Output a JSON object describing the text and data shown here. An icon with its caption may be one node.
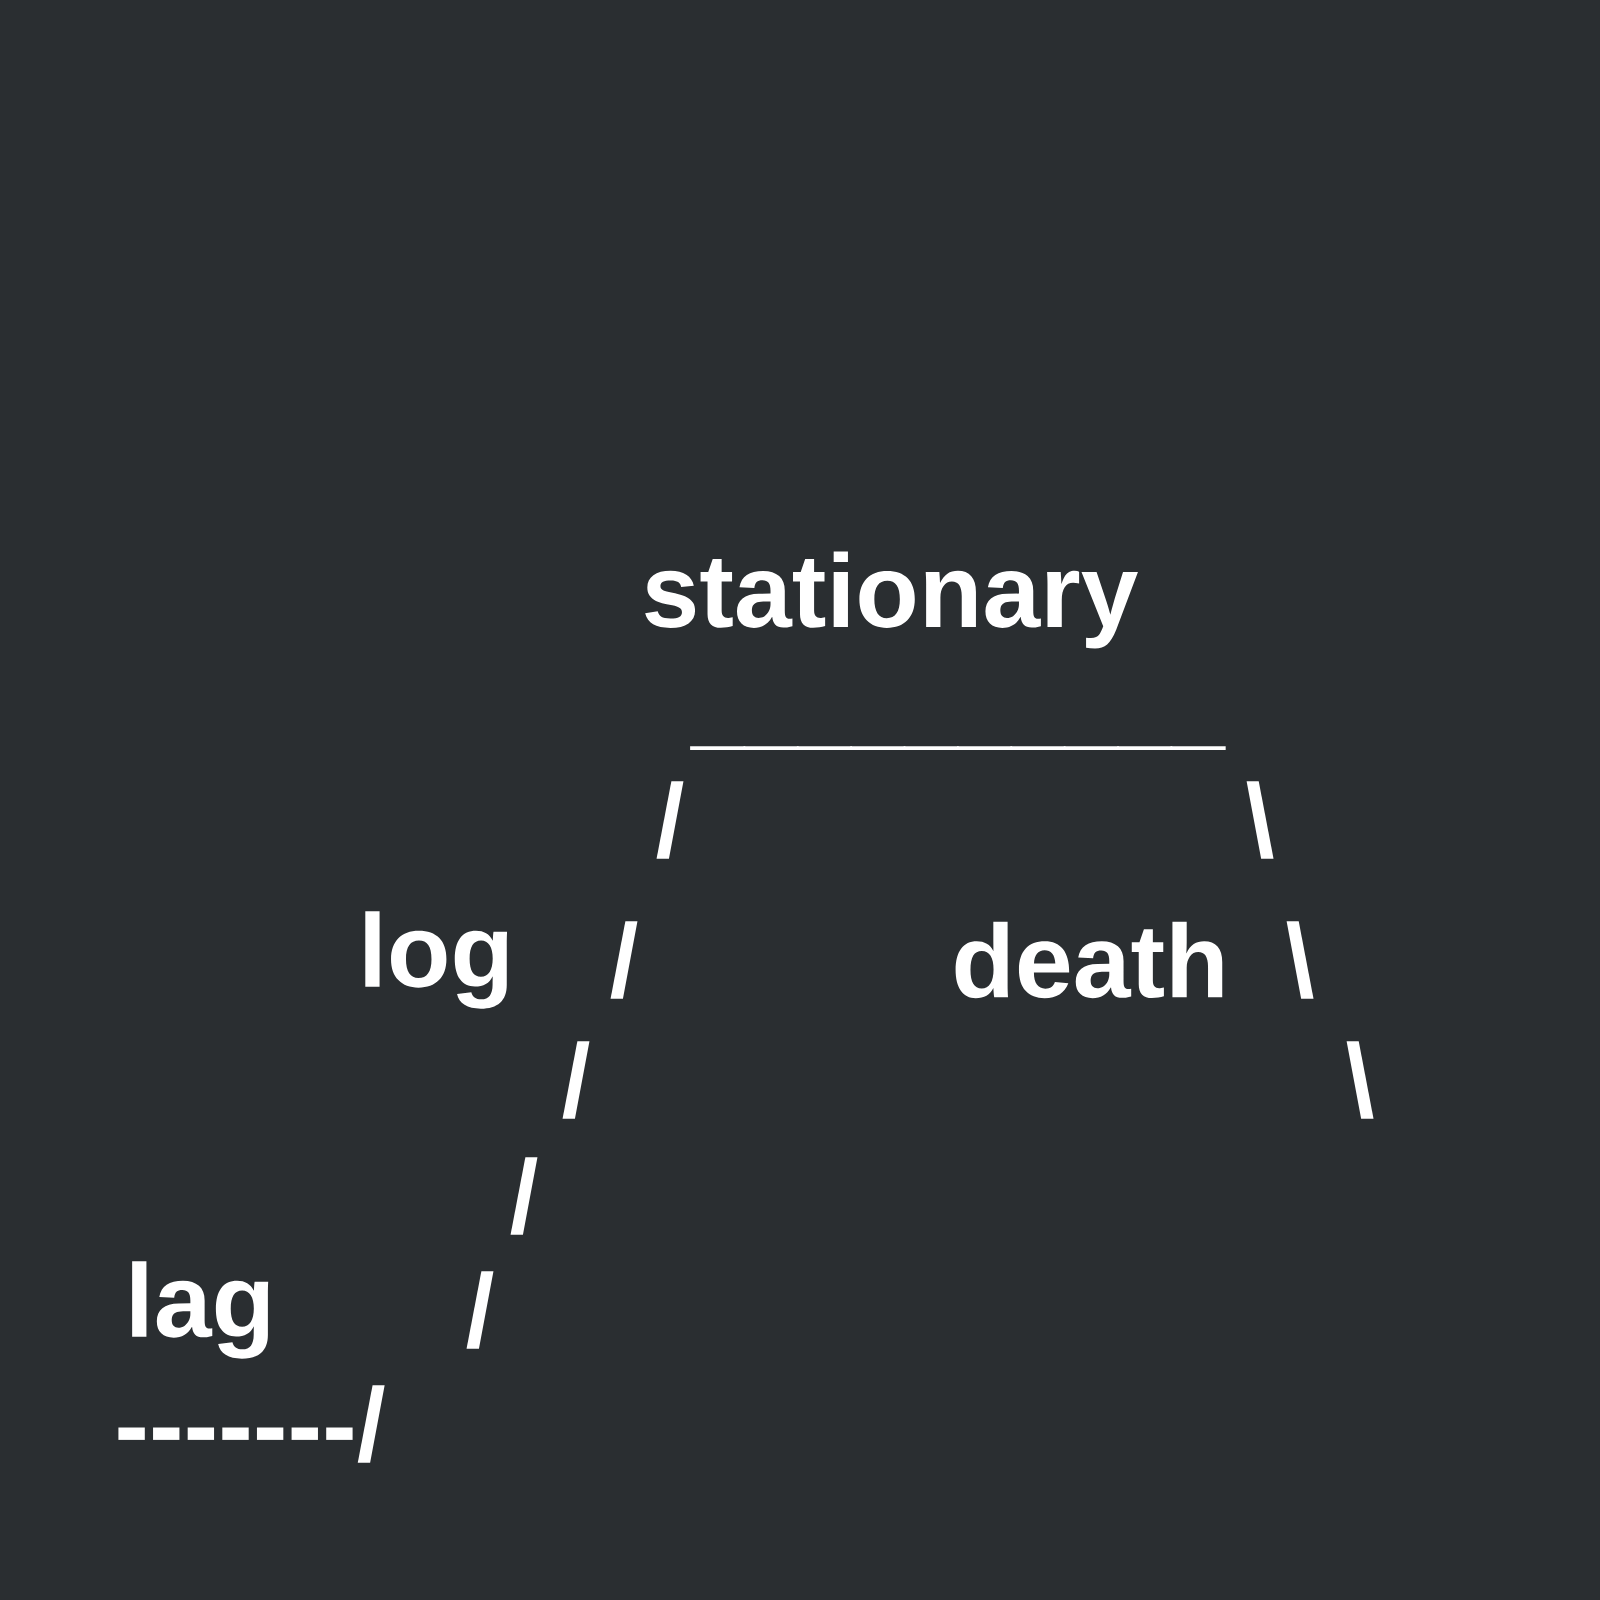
{
  "diagram": {
    "labels": [
      "stationary",
      "__________",
      "/",
      "\\",
      "log",
      "/",
      "death",
      "\\",
      "/",
      "\\",
      "/",
      "lag",
      "/",
      "-------/"
    ]
  }
}
